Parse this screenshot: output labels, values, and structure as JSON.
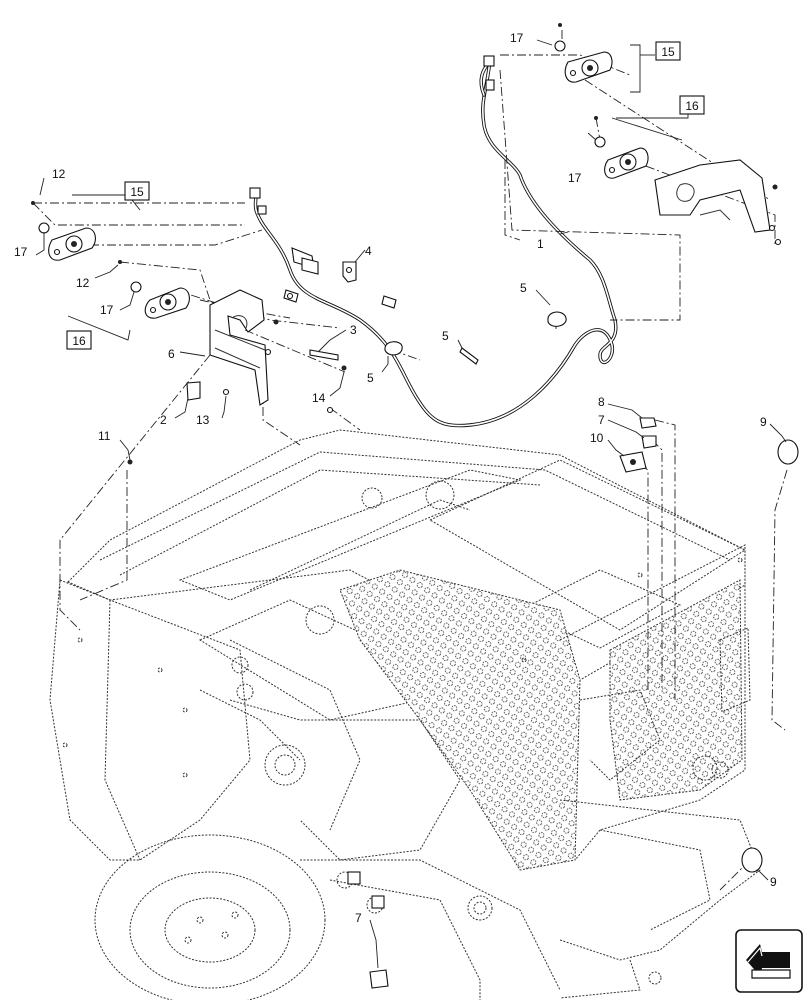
{
  "callouts": {
    "c1": "1",
    "c2": "2",
    "c3": "3",
    "c4": "4",
    "c5a": "5",
    "c5b": "5",
    "c5c": "5",
    "c6": "6",
    "c7a": "7",
    "c7b": "7",
    "c8": "8",
    "c9a": "9",
    "c9b": "9",
    "c10": "10",
    "c11": "11",
    "c12a": "12",
    "c12b": "12",
    "c13": "13",
    "c14": "14",
    "c17a": "17",
    "c17b": "17",
    "c17c": "17",
    "c17d": "17"
  },
  "boxed_callouts": {
    "b15a": "15",
    "b15b": "15",
    "b16a": "16",
    "b16b": "16"
  },
  "icons": {
    "view_direction": "view-direction-arrow-icon"
  }
}
